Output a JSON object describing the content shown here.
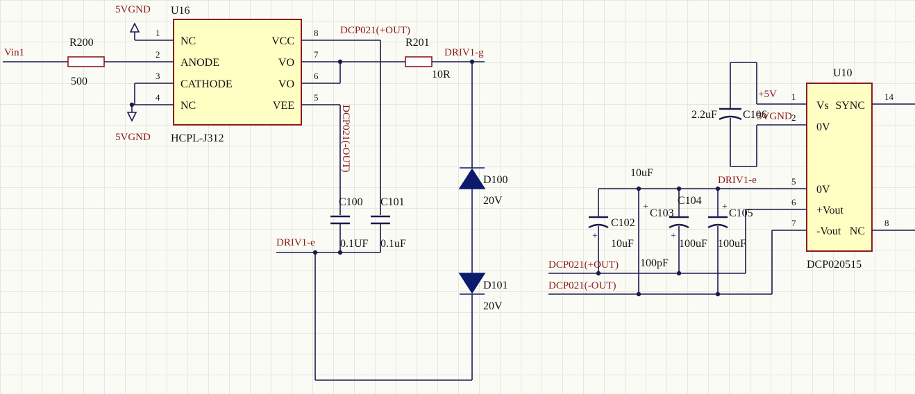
{
  "u16": {
    "designator": "U16",
    "part": "HCPL-J312",
    "left_pins": [
      {
        "num": "1",
        "name": "NC"
      },
      {
        "num": "2",
        "name": "ANODE"
      },
      {
        "num": "3",
        "name": "CATHODE"
      },
      {
        "num": "4",
        "name": "NC"
      }
    ],
    "right_pins": [
      {
        "num": "8",
        "name": "VCC"
      },
      {
        "num": "7",
        "name": "VO"
      },
      {
        "num": "6",
        "name": "VO"
      },
      {
        "num": "5",
        "name": "VEE"
      }
    ]
  },
  "u10": {
    "designator": "U10",
    "part": "DCP020515",
    "pins": [
      {
        "num": "1",
        "name": "Vs"
      },
      {
        "num": "2",
        "name": "0V"
      },
      {
        "num": "5",
        "name": "0V"
      },
      {
        "num": "6",
        "name": "+Vout"
      },
      {
        "num": "7",
        "name": "-Vout"
      },
      {
        "num": "14",
        "name": "SYNC"
      },
      {
        "num": "8",
        "name": "NC"
      }
    ]
  },
  "resistors": {
    "r200": {
      "designator": "R200",
      "value": "500"
    },
    "r201": {
      "designator": "R201",
      "value": "10R"
    }
  },
  "capacitors": {
    "c100": {
      "designator": "C100",
      "value": "0.1UF"
    },
    "c101": {
      "designator": "C101",
      "value": "0.1uF"
    },
    "c102": {
      "designator": "C102",
      "value": "10uF"
    },
    "c102_top": {
      "value": "10uF"
    },
    "c103": {
      "designator": "C103",
      "value": "100pF"
    },
    "c104": {
      "designator": "C104",
      "value": "100uF"
    },
    "c105": {
      "designator": "C105",
      "value": "100uF"
    },
    "c106": {
      "designator": "C106",
      "value": "2.2uF"
    }
  },
  "diodes": {
    "d100": {
      "designator": "D100",
      "value": "20V"
    },
    "d101": {
      "designator": "D101",
      "value": "20V"
    }
  },
  "nets": {
    "vin1": "Vin1",
    "gnd_top": "5VGND",
    "gnd_bottom": "5VGND",
    "dcp_pos_top": "DCP021(+OUT)",
    "dcp_neg_vertical": "DCP021(-OUT)",
    "driv_g": "DRIV1-g",
    "driv_e_left": "DRIV1-e",
    "driv_e_right": "DRIV1-e",
    "dcp_pos_right": "DCP021(+OUT)",
    "dcp_neg_right": "DCP021(-OUT)",
    "plus5v": "+5V",
    "vgnd_u10": "5VGND"
  }
}
